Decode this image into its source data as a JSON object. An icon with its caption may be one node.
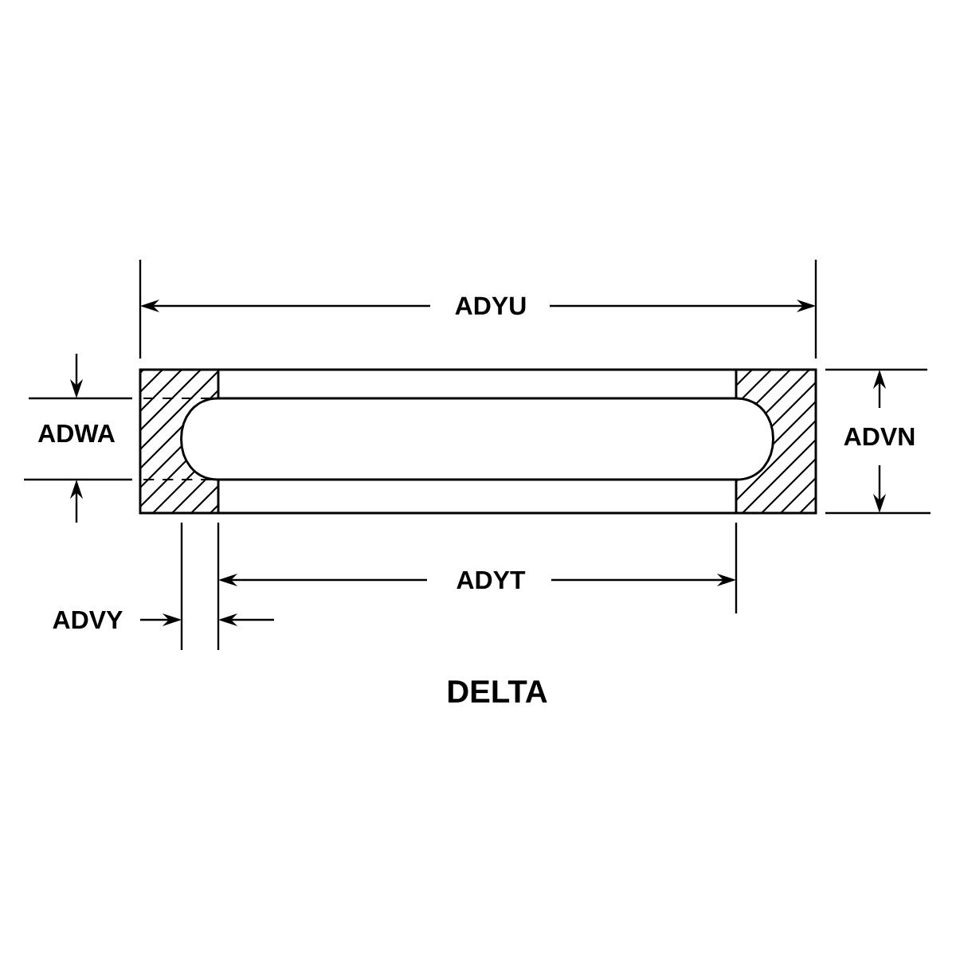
{
  "diagram": {
    "caption": "DELTA",
    "labels": [
      "ADYU",
      "ADWA",
      "ADVN",
      "ADYT",
      "ADVY"
    ]
  }
}
